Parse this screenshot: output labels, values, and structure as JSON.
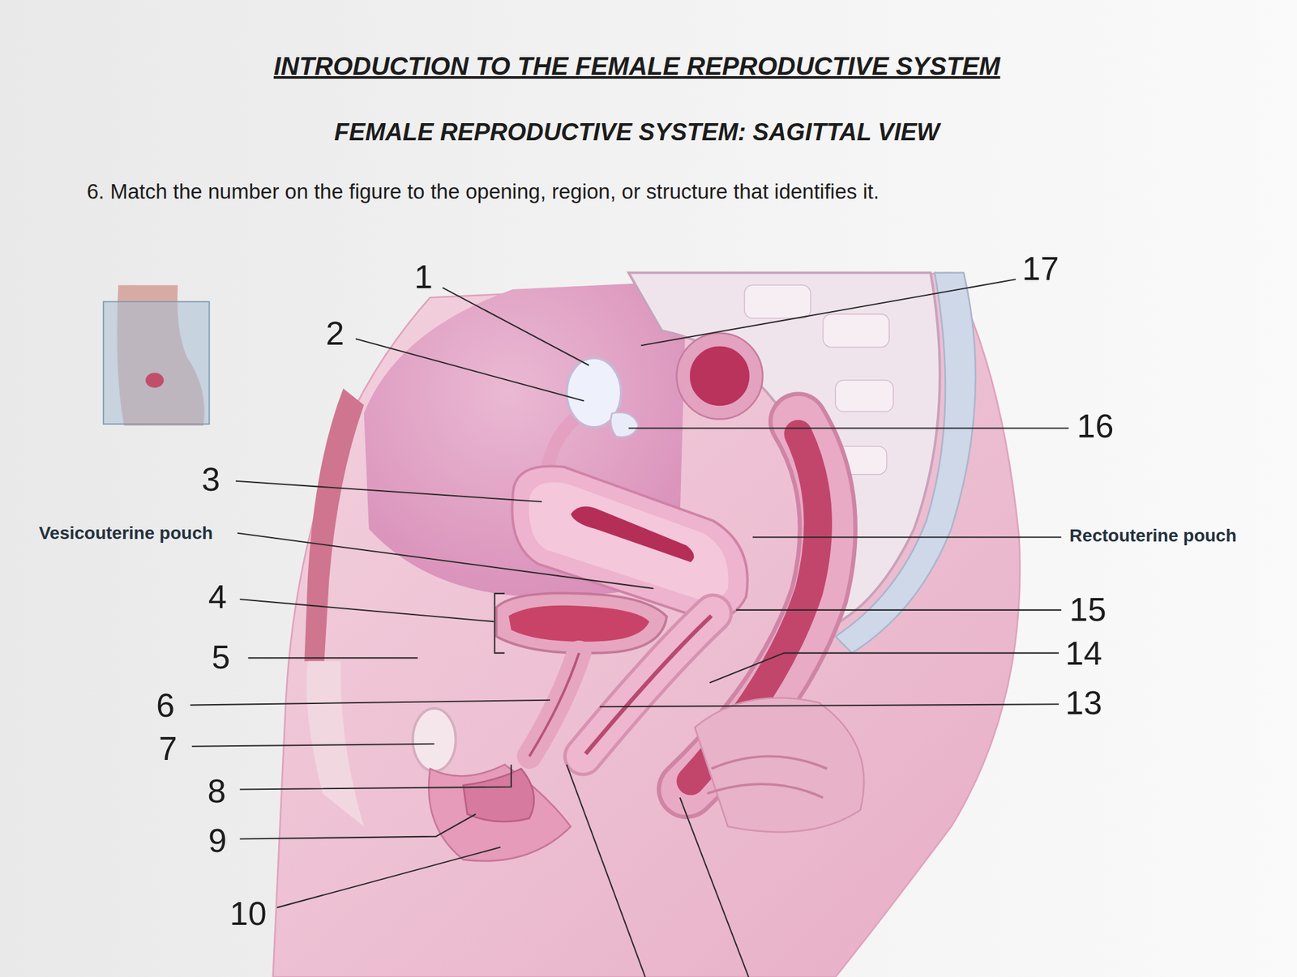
{
  "diagram": {
    "title": "INTRODUCTION TO THE FEMALE REPRODUCTIVE SYSTEM",
    "labels": [
      "FEMALE REPRODUCTIVE SYSTEM: SAGITTAL VIEW",
      "6. Match the number on the figure to the opening, region, or structure that identifies it.",
      "1",
      "2",
      "17",
      "16",
      "3",
      "Vesicouterine pouch",
      "Rectouterine pouch",
      "4",
      "15",
      "5",
      "14",
      "6",
      "13",
      "7",
      "8",
      "9",
      "10"
    ]
  }
}
